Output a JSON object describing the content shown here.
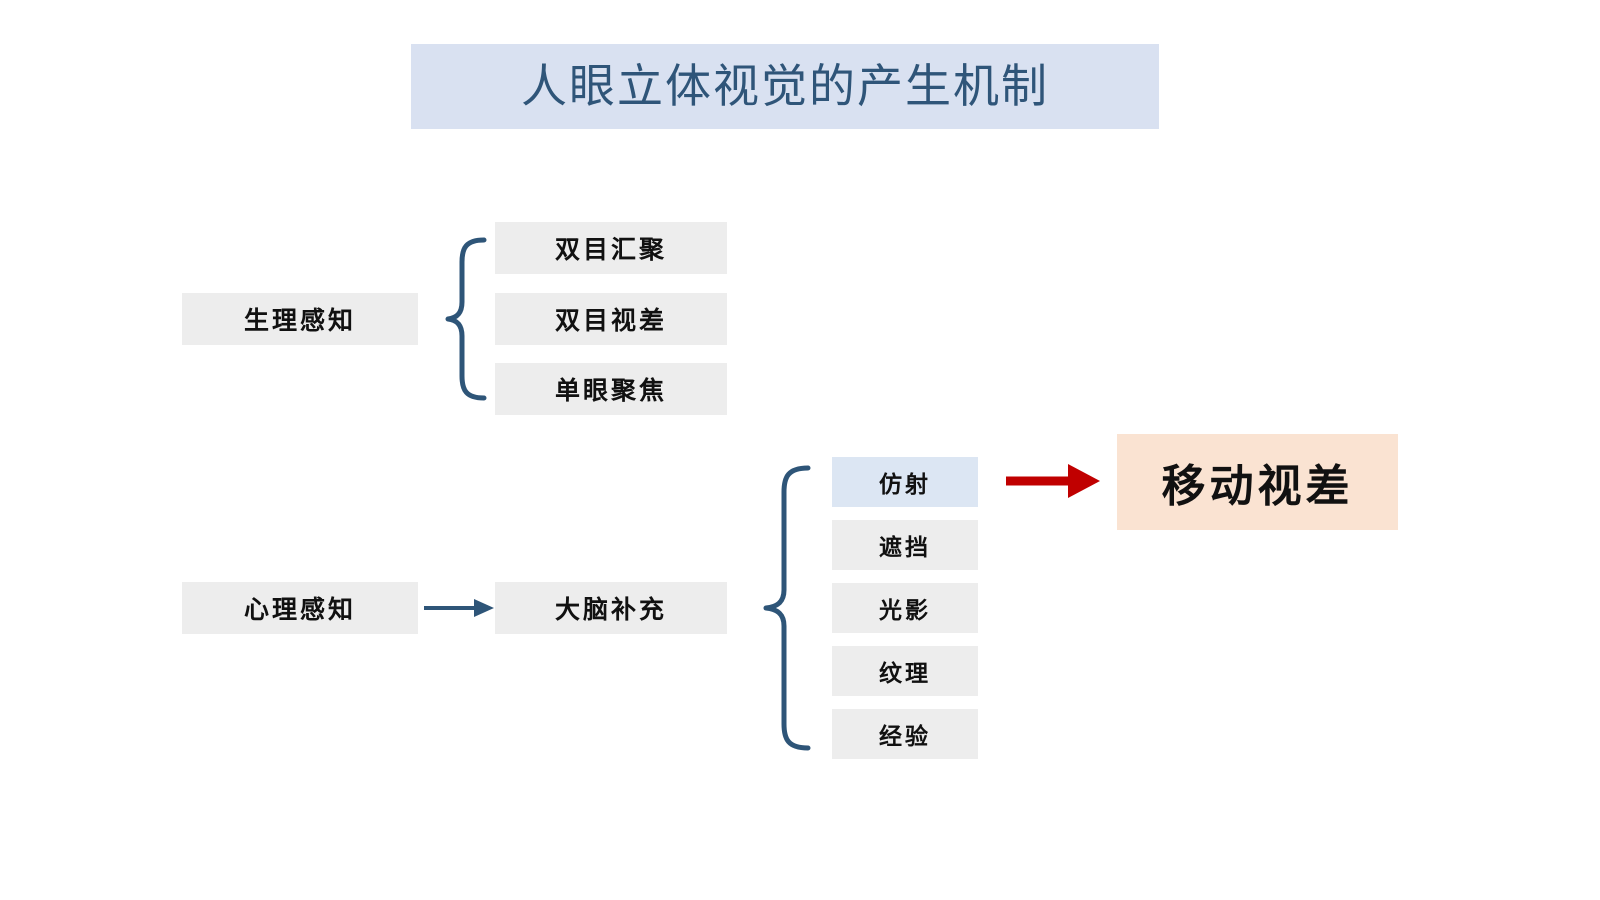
{
  "title": {
    "text": "人眼立体视觉的产生机制",
    "bg_color": "#D9E1F1",
    "text_color": "#2F5579"
  },
  "colors": {
    "node_gray": "#EDEDED",
    "node_blue_highlight": "#DCE6F3",
    "result_peach": "#FAE3D2",
    "connector_blue": "#2E5578",
    "arrow_red": "#C00000",
    "text_dark": "#111111"
  },
  "groups": [
    {
      "id": "physiological",
      "category_label": "生理感知",
      "connector": "curly-brace",
      "items": [
        {
          "label": "双目汇聚",
          "highlight": false
        },
        {
          "label": "双目视差",
          "highlight": false
        },
        {
          "label": "单眼聚焦",
          "highlight": false
        }
      ]
    },
    {
      "id": "psychological",
      "category_label": "心理感知",
      "connector": "arrow",
      "intermediate_label": "大脑补充",
      "intermediate_connector": "curly-brace",
      "items": [
        {
          "label": "仿射",
          "highlight": true
        },
        {
          "label": "遮挡",
          "highlight": false
        },
        {
          "label": "光影",
          "highlight": false
        },
        {
          "label": "纹理",
          "highlight": false
        },
        {
          "label": "经验",
          "highlight": false
        }
      ]
    }
  ],
  "result": {
    "label": "移动视差",
    "source_item": "仿射",
    "arrow_color": "#C00000"
  }
}
